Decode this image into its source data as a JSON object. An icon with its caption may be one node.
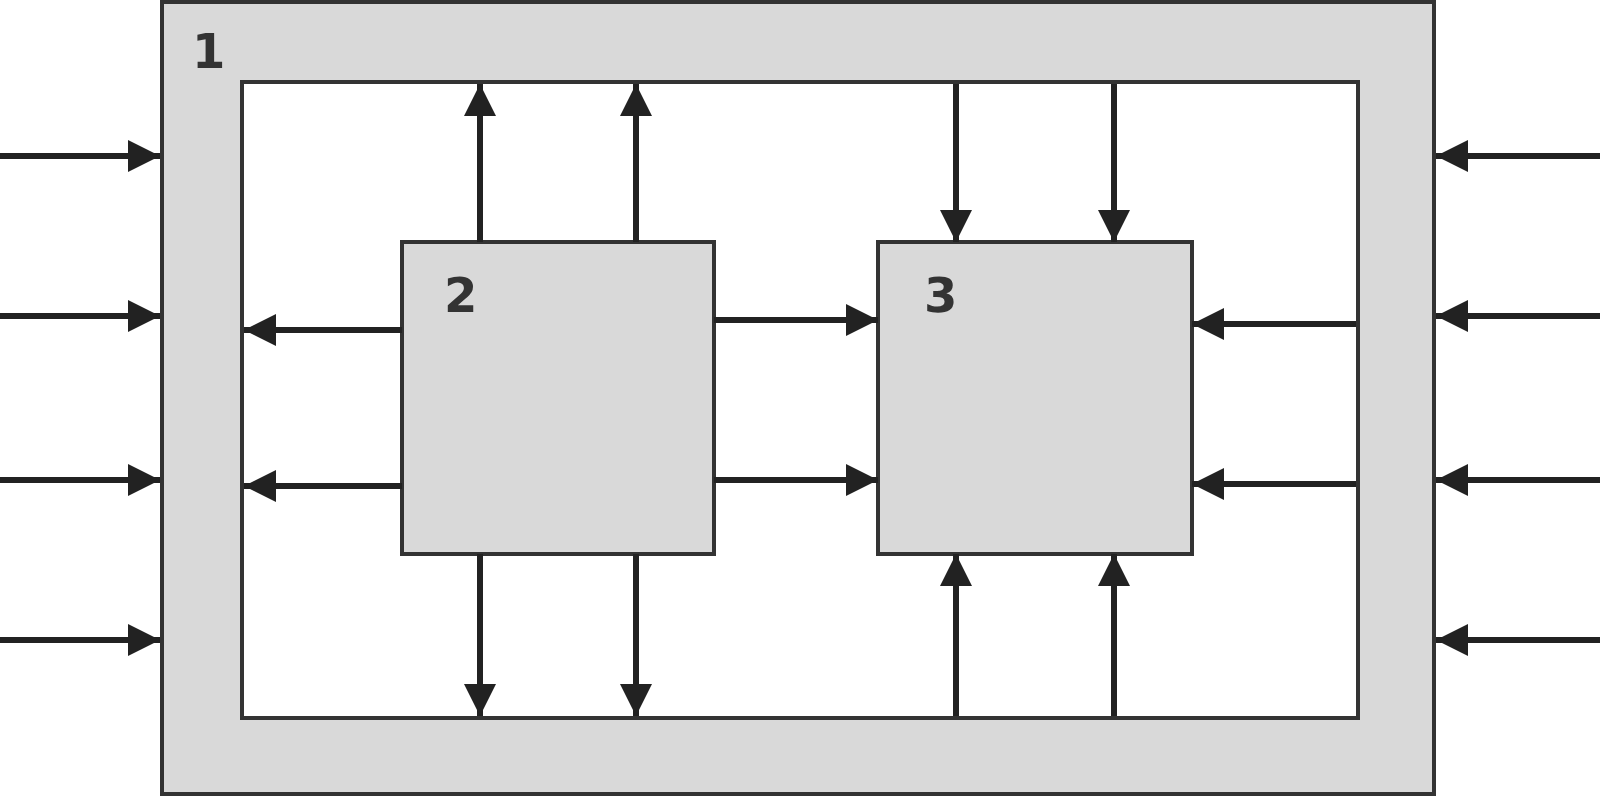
{
  "diagram": {
    "nodes": [
      {
        "text": [
          "1"
        ]
      },
      {
        "text": [
          "2"
        ],
        "in": 0
      },
      {
        "text": [
          "3"
        ],
        "in": 0
      }
    ],
    "edges": [
      {
        "from": null,
        "to": 0,
        "arrow": "to"
      },
      {
        "from": null,
        "to": 0,
        "arrow": "to"
      },
      {
        "from": null,
        "to": 0,
        "arrow": "to"
      },
      {
        "from": null,
        "to": 0,
        "arrow": "to"
      },
      {
        "from": 1,
        "to": 0,
        "arrow": "to"
      },
      {
        "from": 1,
        "to": 0,
        "arrow": "to"
      },
      {
        "from": 1,
        "to": 0,
        "arrow": "to"
      },
      {
        "from": 1,
        "to": 0,
        "arrow": "to"
      },
      {
        "from": 1,
        "to": 0,
        "arrow": "to"
      },
      {
        "from": 1,
        "to": 0,
        "arrow": "to"
      },
      {
        "from": 1,
        "to": 2,
        "arrow": "to"
      },
      {
        "from": 1,
        "to": 2,
        "arrow": "to"
      },
      {
        "from": 0,
        "to": 2,
        "arrow": "to"
      },
      {
        "from": 0,
        "to": 2,
        "arrow": "to"
      },
      {
        "from": 0,
        "to": 2,
        "arrow": "to"
      },
      {
        "from": 0,
        "to": 2,
        "arrow": "to"
      },
      {
        "from": 0,
        "to": 2,
        "arrow": "to"
      },
      {
        "from": 0,
        "to": 2,
        "arrow": "to"
      },
      {
        "from": null,
        "to": 0,
        "arrow": "to"
      },
      {
        "from": null,
        "to": 0,
        "arrow": "to"
      },
      {
        "from": null,
        "to": 0,
        "arrow": "to"
      },
      {
        "from": null,
        "to": 0,
        "arrow": "to"
      }
    ]
  }
}
